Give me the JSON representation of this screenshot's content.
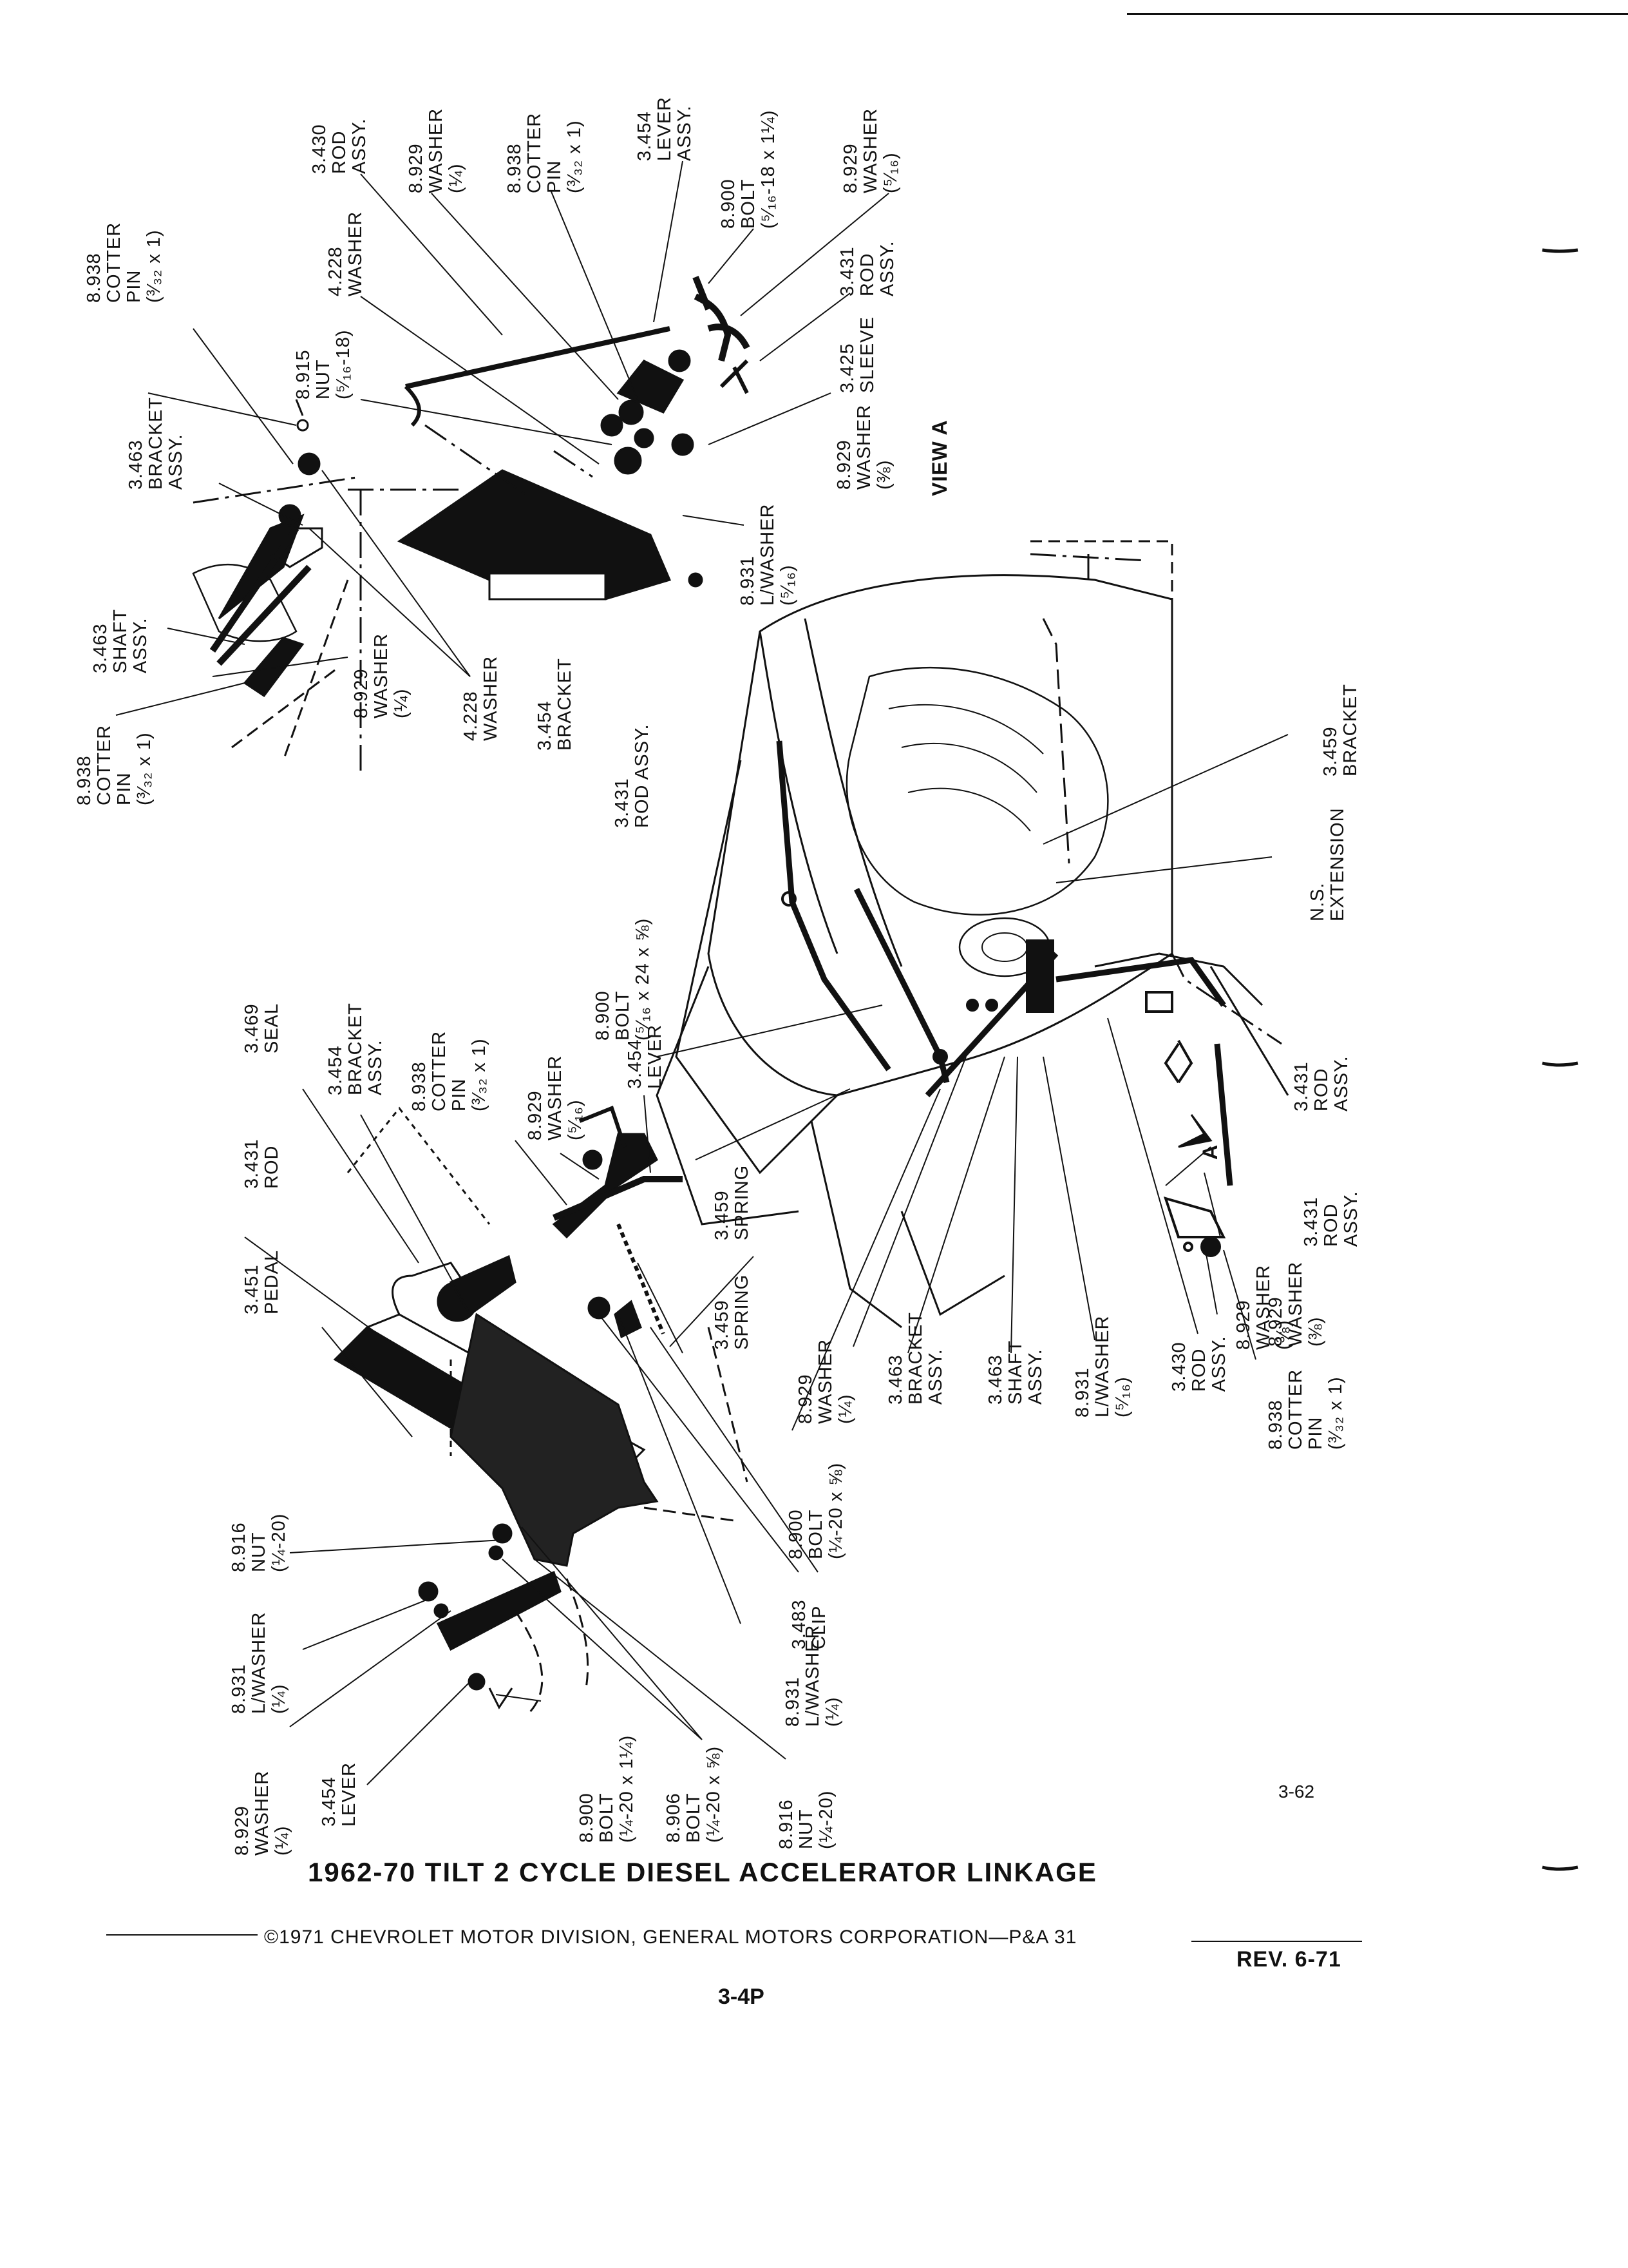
{
  "document": {
    "title": "1962-70 TILT 2 CYCLE DIESEL ACCELERATOR LINKAGE",
    "copyright": "©1971 CHEVROLET MOTOR DIVISION, GENERAL MOTORS CORPORATION—P&A 31",
    "revision": "REV. 6-71",
    "page_number": "3-4P",
    "plate_number": "3-62",
    "view_label": "VIEW A",
    "arrow_label": "A"
  },
  "callouts": {
    "c1": [
      "3.430",
      "ROD",
      "ASSY."
    ],
    "c2": [
      "8.929",
      "WASHER",
      "(¼)"
    ],
    "c3": [
      "8.938",
      "COTTER",
      "PIN",
      "(³⁄₃₂ x 1)"
    ],
    "c4": [
      "3.454",
      "LEVER",
      "ASSY."
    ],
    "c5": [
      "8.900",
      "BOLT",
      "(⁵⁄₁₆-18 x 1¼)"
    ],
    "c6": [
      "8.929",
      "WASHER",
      "(⁵⁄₁₆)"
    ],
    "c7": [
      "4.228",
      "WASHER"
    ],
    "c8": [
      "3.431",
      "ROD",
      "ASSY."
    ],
    "c9": [
      "3.425",
      "SLEEVE"
    ],
    "c10": [
      "8.929",
      "WASHER",
      "(⅜)"
    ],
    "c11": [
      "8.915",
      "NUT",
      "(⁵⁄₁₆-18)"
    ],
    "c12": [
      "3.463",
      "BRACKET",
      "ASSY."
    ],
    "c13": [
      "8.938",
      "COTTER",
      "PIN",
      "(³⁄₃₂ x 1)"
    ],
    "c14": [
      "8.931",
      "L/WASHER",
      "(⁵⁄₁₆)"
    ],
    "c15": [
      "3.463",
      "SHAFT",
      "ASSY."
    ],
    "c16": [
      "8.938",
      "COTTER",
      "PIN",
      "(³⁄₃₂ x 1)"
    ],
    "c17": [
      "8.929",
      "WASHER",
      "(¼)"
    ],
    "c18": [
      "4.228",
      "WASHER"
    ],
    "c19": [
      "3.454",
      "BRACKET"
    ],
    "c20": [
      "3.431",
      "ROD ASSY."
    ],
    "c21": [
      "3.459",
      "BRACKET"
    ],
    "c22": [
      "N.S.",
      "EXTENSION"
    ],
    "c23": [
      "8.900",
      "BOLT",
      "(⁵⁄₁₆ x 24 x ⅝)"
    ],
    "c24": [
      "3.469",
      "SEAL"
    ],
    "c25": [
      "3.454",
      "BRACKET",
      "ASSY."
    ],
    "c26": [
      "8.938",
      "COTTER",
      "PIN",
      "(³⁄₃₂ x 1)"
    ],
    "c27": [
      "8.929",
      "WASHER",
      "(⁵⁄₁₆)"
    ],
    "c28": [
      "3.454",
      "LEVER"
    ],
    "c29": [
      "3.431",
      "ROD"
    ],
    "c30": [
      "3.451",
      "PEDAL"
    ],
    "c31": [
      "3.459",
      "SPRING"
    ],
    "c32": [
      "3.459",
      "SPRING"
    ],
    "c33": [
      "3.431",
      "ROD",
      "ASSY."
    ],
    "c34": [
      "3.431",
      "ROD",
      "ASSY."
    ],
    "c35": [
      "8.929",
      "WASHER",
      "(⅜)"
    ],
    "c36": [
      "8.929",
      "WASHER",
      "(¼)"
    ],
    "c37": [
      "3.463",
      "BRACKET",
      "ASSY."
    ],
    "c38": [
      "3.463",
      "SHAFT",
      "ASSY."
    ],
    "c39": [
      "8.931",
      "L/WASHER",
      "(⁵⁄₁₆)"
    ],
    "c40": [
      "3.430",
      "ROD",
      "ASSY."
    ],
    "c41": [
      "8.938",
      "COTTER",
      "PIN",
      "(³⁄₃₂ x 1)"
    ],
    "c42": [
      "8.929",
      "WASHER",
      "(⅜)"
    ],
    "c43": [
      "8.916",
      "NUT",
      "(¼-20)"
    ],
    "c44": [
      "8.931",
      "L/WASHER",
      "(¼)"
    ],
    "c45": [
      "8.929",
      "WASHER",
      "(¼)"
    ],
    "c46": [
      "3.454",
      "LEVER"
    ],
    "c47": [
      "8.900",
      "BOLT",
      "(¼-20 x 1¼)"
    ],
    "c48": [
      "8.906",
      "BOLT",
      "(¼-20 x ⅝)"
    ],
    "c49": [
      "8.931",
      "L/WASHER",
      "(¼)"
    ],
    "c50": [
      "8.916",
      "NUT",
      "(¼-20)"
    ],
    "c51": [
      "8.900",
      "BOLT",
      "(¼-20 x ⅝)"
    ],
    "c52": [
      "3.483",
      "CLIP"
    ]
  }
}
